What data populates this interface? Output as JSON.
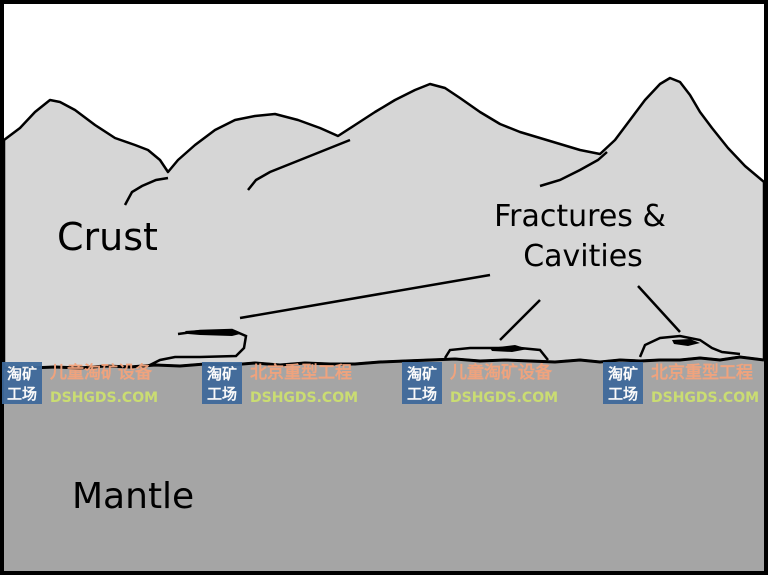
{
  "labels": {
    "crust": "Crust",
    "fractures_line1": "Fractures &",
    "fractures_line2": "Cavities",
    "mantle": "Mantle"
  },
  "watermark": {
    "badge_top": "淘矿",
    "badge_bottom": "工场",
    "texts": [
      "儿童淘矿设备",
      "北京重型工程",
      "儿童淘矿设备",
      "北京重型工程"
    ],
    "url": "DSHGDS.COM"
  },
  "colors": {
    "sky": "#ffffff",
    "crust": "#d6d6d6",
    "mantle": "#a5a5a5",
    "frame": "#000000",
    "watermark_badge": "#3f6a9b"
  }
}
